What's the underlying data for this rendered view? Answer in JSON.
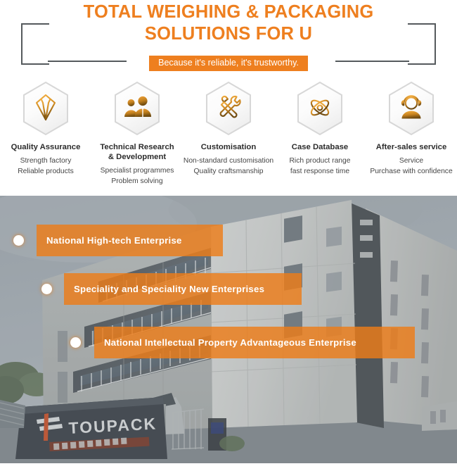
{
  "header": {
    "headline_line1": "TOTAL WEIGHING & PACKAGING",
    "headline_line2": "SOLUTIONS FOR U",
    "subtitle": "Because it's reliable, it's trustworthy.",
    "accent_color": "#ee7f1f",
    "bracket_color": "#555a5d"
  },
  "features": [
    {
      "icon": "diamond-icon",
      "title": "Quality Assurance",
      "desc": "Strength factory\nReliable products"
    },
    {
      "icon": "team-people-icon",
      "title": "Technical Research\n& Development",
      "desc": "Specialist programmes\nProblem solving"
    },
    {
      "icon": "tools-wrench-screwdriver-icon",
      "title": "Customisation",
      "desc": "Non-standard customisation\nQuality craftsmanship"
    },
    {
      "icon": "atom-icon",
      "title": "Case Database",
      "desc": "Rich product range\nfast response time"
    },
    {
      "icon": "headset-support-icon",
      "title": "After-sales service",
      "desc": "Service\nPurchase with confidence"
    }
  ],
  "photo": {
    "alt": "factory-building-photo",
    "sign_text": "TOUPACK",
    "badges": [
      {
        "label": "National High-tech Enterprise"
      },
      {
        "label": "Speciality and Speciality New Enterprises"
      },
      {
        "label": "National Intellectual Property Advantageous Enterprise"
      }
    ],
    "badge_color": "#ed7d18"
  }
}
